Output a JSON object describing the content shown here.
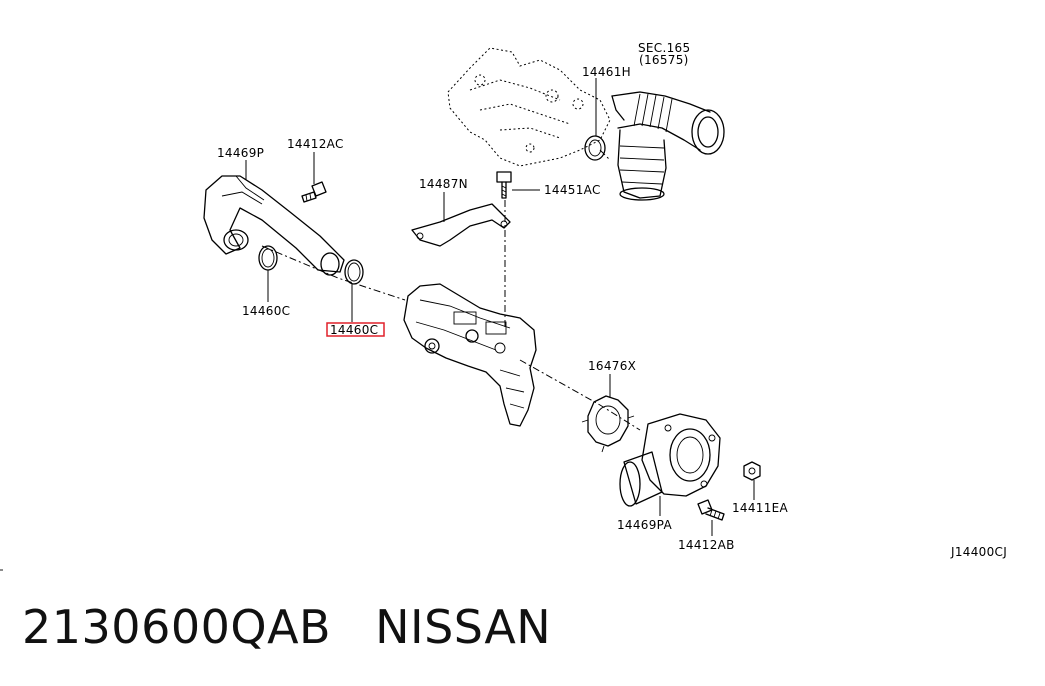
{
  "diagram": {
    "labels": {
      "sec": "SEC.165",
      "sec_ref": "(16575)",
      "p14461H": "14461H",
      "p14469P": "14469P",
      "p14412AC": "14412AC",
      "p14487N": "14487N",
      "p14451AC": "14451AC",
      "p14460C_a": "14460C",
      "p14460C_b": "14460C",
      "p16476X": "16476X",
      "p14411EA": "14411EA",
      "p14469PA": "14469PA",
      "p14412AB": "14412AB",
      "ref": "J14400CJ"
    },
    "highlight_color": "#e0202a"
  },
  "caption": {
    "part_number": "2130600QAB",
    "brand": "NISSAN"
  }
}
